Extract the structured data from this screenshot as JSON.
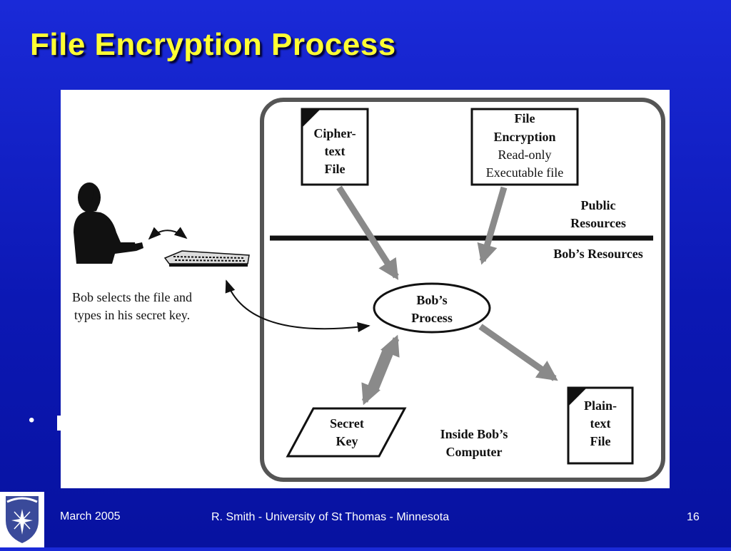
{
  "slide": {
    "title": "File Encryption Process",
    "bullet_glyph": "•"
  },
  "diagram": {
    "cipher_file": [
      "Cipher-",
      "text",
      "File"
    ],
    "encryption_program": [
      "File",
      "Encryption",
      "Read-only",
      "Executable file"
    ],
    "public_resources": [
      "Public",
      "Resources"
    ],
    "bobs_resources": "Bob’s Resources",
    "process": [
      "Bob’s",
      "Process"
    ],
    "user_caption": [
      "Bob selects the file and",
      "types in his secret key."
    ],
    "secret_key": [
      "Secret",
      "Key"
    ],
    "computer_label": [
      "Inside Bob’s",
      "Computer"
    ],
    "plain_file": [
      "Plain-",
      "text",
      "File"
    ]
  },
  "footer": {
    "date": "March 2005",
    "center": "R. Smith - University of St Thomas - Minnesota",
    "page": "16"
  },
  "colors": {
    "title": "#ffff33",
    "background": "#1020c8",
    "arrow_gray": "#8a8a8a"
  }
}
